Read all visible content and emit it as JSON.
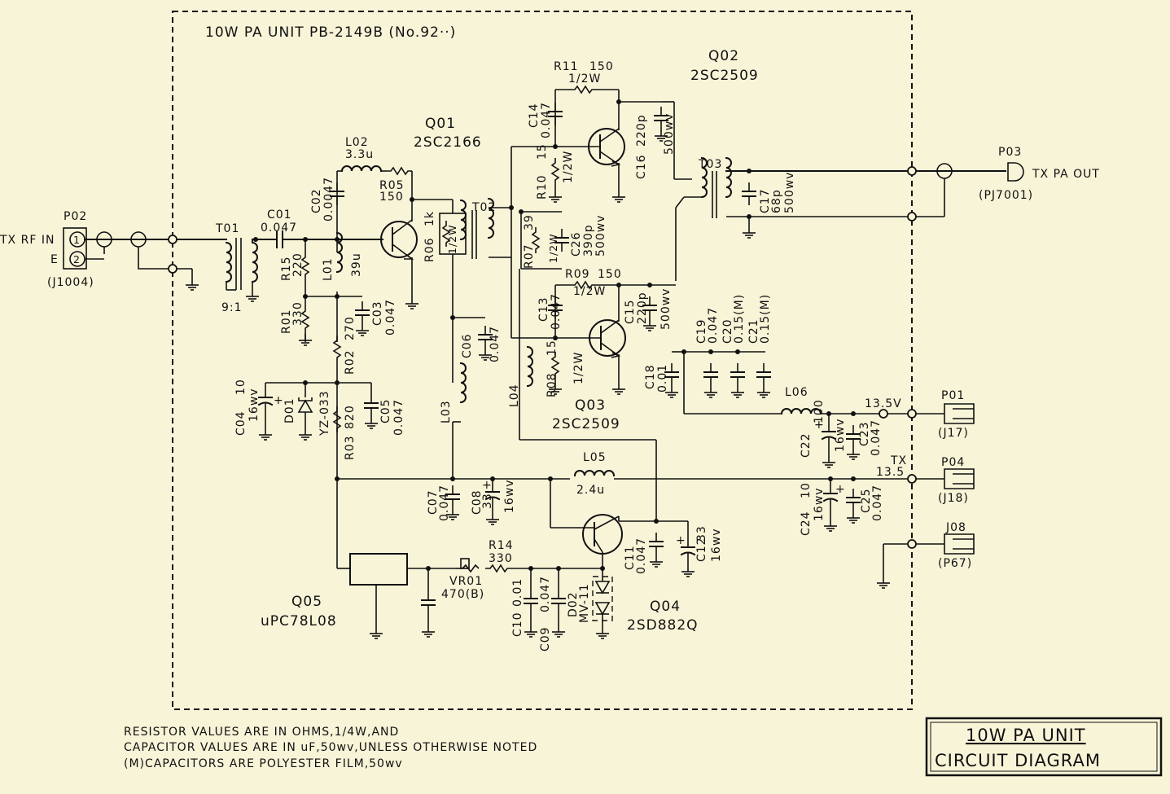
{
  "header": {
    "title": "10W PA UNIT PB-2149B (No.92··)"
  },
  "transistors": {
    "q01": {
      "ref": "Q01",
      "part": "2SC2166"
    },
    "q02": {
      "ref": "Q02",
      "part": "2SC2509"
    },
    "q03": {
      "ref": "Q03",
      "part": "2SC2509"
    },
    "q04": {
      "ref": "Q04",
      "part": "2SD882Q"
    },
    "q05": {
      "ref": "Q05",
      "part": "uPC78L08"
    }
  },
  "connectors": {
    "p02": {
      "ref": "P02",
      "pin1": "1",
      "pin2": "2",
      "label1": "TX RF IN",
      "label2": "E",
      "type": "(J1004)"
    },
    "p03": {
      "ref": "P03",
      "label": "TX PA OUT",
      "type": "(PJ7001)"
    },
    "p01": {
      "ref": "P01",
      "type": "(J17)",
      "net": "13.5V"
    },
    "p04": {
      "ref": "P04",
      "type": "(J18)",
      "net_a": "TX",
      "net_b": "13.5"
    },
    "j08": {
      "ref": "J08",
      "type": "(P67)"
    }
  },
  "transformers": {
    "t01": {
      "ref": "T01",
      "ratio": "9:1"
    },
    "t02": {
      "ref": "T02"
    },
    "t03": {
      "ref": "T03"
    }
  },
  "inductors": {
    "l01": {
      "ref": "L01",
      "value": "39u"
    },
    "l02": {
      "ref": "L02",
      "value": "3.3u"
    },
    "l03": {
      "ref": "L03"
    },
    "l04": {
      "ref": "L04"
    },
    "l05": {
      "ref": "L05",
      "value": "2.4u"
    },
    "l06": {
      "ref": "L06"
    }
  },
  "resistors": {
    "r01": {
      "ref": "R01",
      "value": "330"
    },
    "r02": {
      "ref": "R02",
      "value": "270"
    },
    "r03": {
      "ref": "R03",
      "value": "820"
    },
    "r05": {
      "ref": "R05",
      "value": "150"
    },
    "r06": {
      "ref": "R06",
      "value": "1k",
      "rating": "1/2W"
    },
    "r07": {
      "ref": "R07",
      "value": "39",
      "rating": "1/2W"
    },
    "r08": {
      "ref": "R08",
      "value": "15",
      "rating": "1/2W"
    },
    "r09": {
      "ref": "R09",
      "value": "150",
      "rating": "1/2W"
    },
    "r10": {
      "ref": "R10",
      "value": "15",
      "rating": "1/2W"
    },
    "r11": {
      "ref": "R11",
      "value": "150",
      "rating": "1/2W"
    },
    "r14": {
      "ref": "R14",
      "value": "330"
    },
    "r15": {
      "ref": "R15",
      "value": "220"
    },
    "vr01": {
      "ref": "VR01",
      "value": "470(B)"
    }
  },
  "capacitors": {
    "c01": {
      "ref": "C01",
      "value": "0.047"
    },
    "c02": {
      "ref": "C02",
      "value": "0.0047"
    },
    "c03": {
      "ref": "C03",
      "value": "0.047"
    },
    "c04": {
      "ref": "C04",
      "value": "10",
      "rating": "16wv"
    },
    "c05": {
      "ref": "C05",
      "value": "0.047"
    },
    "c06": {
      "ref": "C06",
      "value": "0.047"
    },
    "c07": {
      "ref": "C07",
      "value": "0.047"
    },
    "c08": {
      "ref": "C08",
      "value": "33",
      "rating": "16wv"
    },
    "c09": {
      "ref": "C09",
      "value": "0.047"
    },
    "c10": {
      "ref": "C10",
      "value": "0.01"
    },
    "c11": {
      "ref": "C11",
      "value": "0.047"
    },
    "c12": {
      "ref": "C12",
      "value": "33",
      "rating": "16wv"
    },
    "c13": {
      "ref": "C13",
      "value": "0.047"
    },
    "c14": {
      "ref": "C14",
      "value": "0.047"
    },
    "c15": {
      "ref": "C15",
      "value": "220p",
      "rating": "500wv"
    },
    "c16": {
      "ref": "C16",
      "value": "220p",
      "rating": "500wv"
    },
    "c17": {
      "ref": "C17",
      "value": "68p",
      "rating": "500wv"
    },
    "c18": {
      "ref": "C18",
      "value": "0.01"
    },
    "c19": {
      "ref": "C19",
      "value": "0.047"
    },
    "c20": {
      "ref": "C20",
      "value": "0.15(M)"
    },
    "c21": {
      "ref": "C21",
      "value": "0.15(M)"
    },
    "c22": {
      "ref": "C22",
      "value": "100",
      "rating": "16wv"
    },
    "c23": {
      "ref": "C23",
      "value": "0.047"
    },
    "c24": {
      "ref": "C24",
      "value": "10",
      "rating": "16wv"
    },
    "c25": {
      "ref": "C25",
      "value": "0.047"
    },
    "c26": {
      "ref": "C26",
      "value": "390p",
      "rating": "500wv"
    }
  },
  "diodes": {
    "d01": {
      "ref": "D01",
      "part": "YZ-033"
    },
    "d02": {
      "ref": "D02",
      "part": "MV-11"
    }
  },
  "notes": {
    "line1": "RESISTOR VALUES ARE IN OHMS,1/4W,AND",
    "line2": "CAPACITOR VALUES ARE IN uF,50wv,UNLESS OTHERWISE NOTED",
    "line3": "(M)CAPACITORS ARE POLYESTER FILM,50wv"
  },
  "title_box": {
    "line1": "10W PA UNIT",
    "line2": "CIRCUIT DIAGRAM"
  }
}
